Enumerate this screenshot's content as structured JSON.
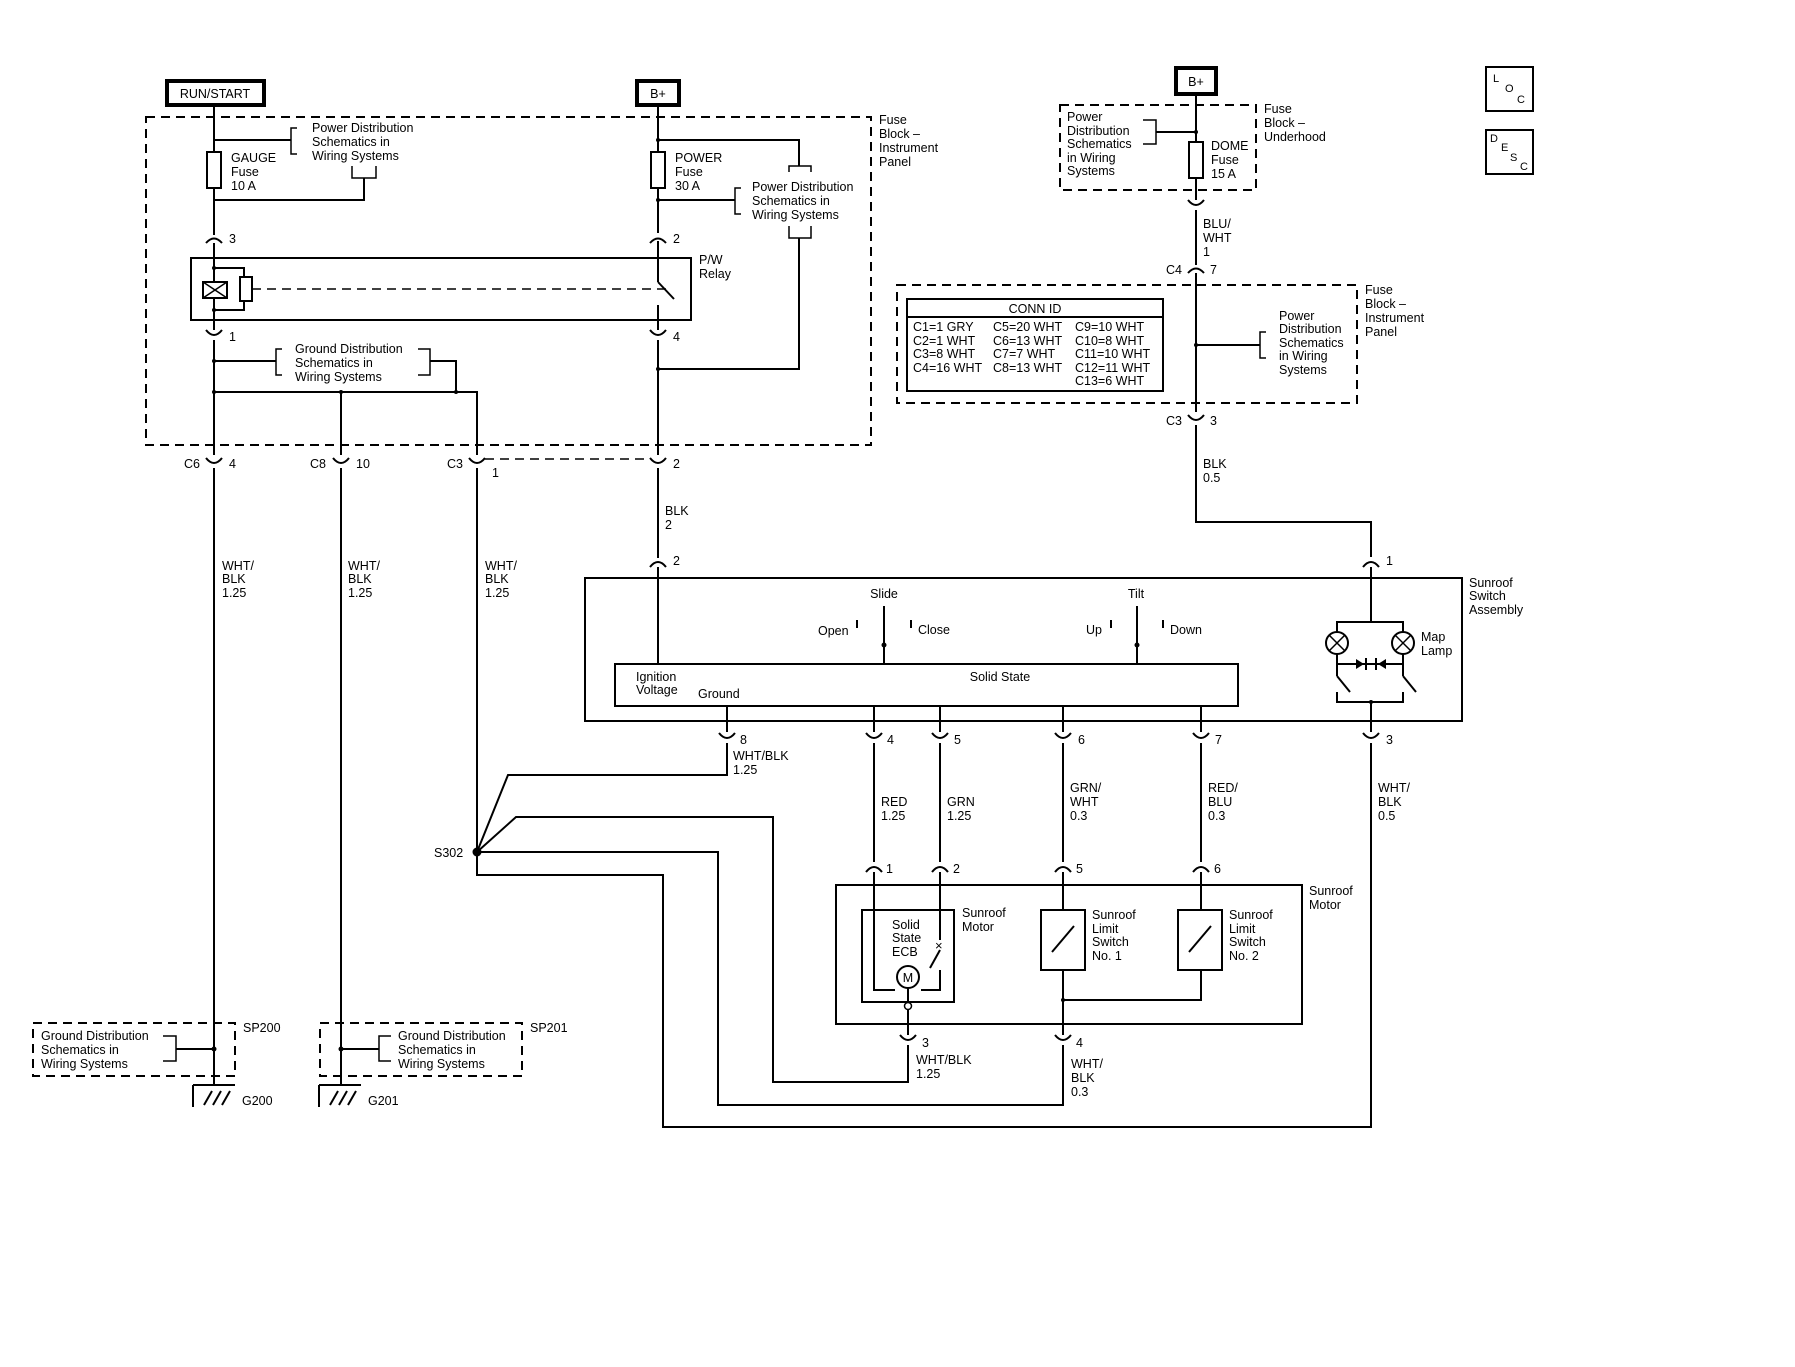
{
  "header": {
    "run_start": "RUN/START",
    "bplus_ip": "B+",
    "bplus_uh": "B+",
    "loc": {
      "l": "L",
      "o": "O",
      "c": "C"
    },
    "desc": {
      "d": "D",
      "e": "E",
      "s": "S",
      "c": "C"
    }
  },
  "fuse_block_ip": {
    "line1": "Fuse",
    "line2": "Block –",
    "line3": "Instrument",
    "line4": "Panel"
  },
  "fuse_block_uh": {
    "line1": "Fuse",
    "line2": "Block –",
    "line3": "Underhood"
  },
  "fuse_block_ip2": {
    "line1": "Fuse",
    "line2": "Block –",
    "line3": "Instrument",
    "line4": "Panel"
  },
  "gauge_fuse": {
    "line1": "GAUGE",
    "line2": "Fuse",
    "line3": "10 A"
  },
  "power_fuse": {
    "line1": "POWER",
    "line2": "Fuse",
    "line3": "30 A"
  },
  "dome_fuse": {
    "line1": "DOME",
    "line2": "Fuse",
    "line3": "15 A"
  },
  "pwr_dist_1": {
    "line1": "Power Distribution",
    "line2": "Schematics in",
    "line3": "Wiring Systems"
  },
  "pwr_dist_2": {
    "line1": "Power Distribution",
    "line2": "Schematics in",
    "line3": "Wiring Systems"
  },
  "pwr_dist_3": {
    "line1": "Power",
    "line2": "Distribution",
    "line3": "Schematics",
    "line4": "in Wiring",
    "line5": "Systems"
  },
  "pwr_dist_4": {
    "line1": "Power",
    "line2": "Distribution",
    "line3": "Schematics",
    "line4": "in Wiring",
    "line5": "Systems"
  },
  "gnd_dist_1": {
    "line1": "Ground Distribution",
    "line2": "Schematics in",
    "line3": "Wiring Systems"
  },
  "gnd_dist_2": {
    "line1": "Ground Distribution",
    "line2": "Schematics in",
    "line3": "Wiring Systems"
  },
  "gnd_dist_3": {
    "line1": "Ground Distribution",
    "line2": "Schematics in",
    "line3": "Wiring Systems"
  },
  "relay": {
    "line1": "P/W",
    "line2": "Relay"
  },
  "pins": {
    "gauge_top": "3",
    "gauge_bot": "1",
    "relay_top": "2",
    "relay_bot": "4",
    "c6": "C6",
    "c6_pin": "4",
    "c8": "C8",
    "c8_pin": "10",
    "c3": "C3",
    "c3_pin": "1",
    "c3_right_pin": "2",
    "c4": "C4",
    "c4_pin": "7",
    "c3b": "C3",
    "c3b_pin": "3",
    "sw_in": "2",
    "sw_lamp": "1",
    "sw_8": "8",
    "sw_4": "4",
    "sw_5": "5",
    "sw_6": "6",
    "sw_7": "7",
    "sw_3": "3",
    "m_1": "1",
    "m_2": "2",
    "m_5": "5",
    "m_6": "6",
    "m_3": "3",
    "m_4": "4"
  },
  "wires": {
    "blk2": {
      "line1": "BLK",
      "line2": "2"
    },
    "blu_wht": {
      "line1": "BLU/",
      "line2": "WHT",
      "line3": "1"
    },
    "blk05": {
      "line1": "BLK",
      "line2": "0.5"
    },
    "wb1": {
      "line1": "WHT/",
      "line2": "BLK",
      "line3": "1.25"
    },
    "wb2": {
      "line1": "WHT/",
      "line2": "BLK",
      "line3": "1.25"
    },
    "wb3": {
      "line1": "WHT/",
      "line2": "BLK",
      "line3": "1.25"
    },
    "wb8": {
      "line1": "WHT/BLK",
      "line2": "1.25"
    },
    "red": {
      "line1": "RED",
      "line2": "1.25"
    },
    "grn": {
      "line1": "GRN",
      "line2": "1.25"
    },
    "grn_wht": {
      "line1": "GRN/",
      "line2": "WHT",
      "line3": "0.3"
    },
    "red_blu": {
      "line1": "RED/",
      "line2": "BLU",
      "line3": "0.3"
    },
    "wht_blk05": {
      "line1": "WHT/",
      "line2": "BLK",
      "line3": "0.5"
    },
    "wb_m3": {
      "line1": "WHT/BLK",
      "line2": "1.25"
    },
    "wb_m4": {
      "line1": "WHT/",
      "line2": "BLK",
      "line3": "0.3"
    }
  },
  "conn_id": {
    "title": "CONN ID",
    "rows": [
      [
        "C1=1 GRY",
        "C5=20 WHT",
        "C9=10 WHT"
      ],
      [
        "C2=1 WHT",
        "C6=13 WHT",
        "C10=8 WHT"
      ],
      [
        "C3=8 WHT",
        "C7=7 WHT",
        "C11=10 WHT"
      ],
      [
        "C4=16 WHT",
        "C8=13 WHT",
        "C12=11 WHT"
      ],
      [
        "",
        "",
        "C13=6 WHT"
      ]
    ]
  },
  "switch_assembly": {
    "title1": "Sunroof",
    "title2": "Switch",
    "title3": "Assembly",
    "slide": "Slide",
    "open": "Open",
    "close": "Close",
    "tilt": "Tilt",
    "up": "Up",
    "down": "Down",
    "ign1": "Ignition",
    "ign2": "Voltage",
    "ground": "Ground",
    "solid_state": "Solid State",
    "map1": "Map",
    "map2": "Lamp"
  },
  "motor_assembly": {
    "title1": "Sunroof",
    "title2": "Motor",
    "ecb1": "Solid",
    "ecb2": "State",
    "ecb3": "ECB",
    "m": "M",
    "motor1": "Sunroof",
    "motor2": "Motor",
    "ls1_1": "Sunroof",
    "ls1_2": "Limit",
    "ls1_3": "Switch",
    "ls1_4": "No. 1",
    "ls2_1": "Sunroof",
    "ls2_2": "Limit",
    "ls2_3": "Switch",
    "ls2_4": "No. 2"
  },
  "splice": {
    "s302": "S302",
    "sp200": "SP200",
    "sp201": "SP201"
  },
  "grounds": {
    "g200": "G200",
    "g201": "G201"
  }
}
